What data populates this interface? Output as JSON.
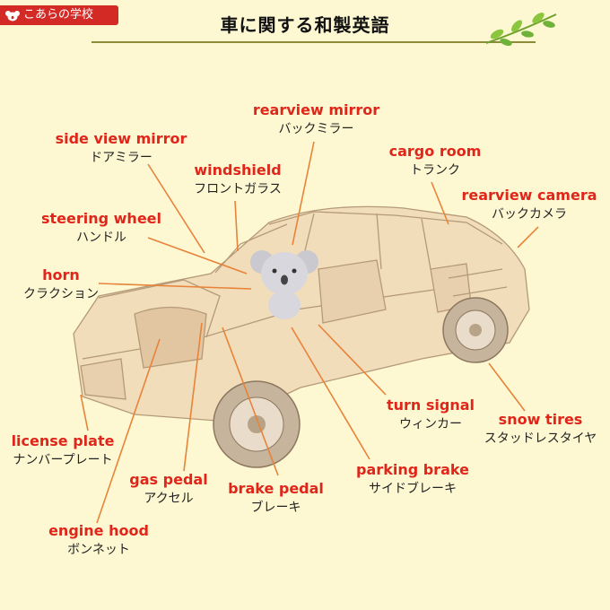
{
  "header": {
    "badge_text": "こあらの学校",
    "title": "車に関する和製英語"
  },
  "colors": {
    "background": "#fdf8d2",
    "english_label": "#e0261a",
    "leader_line": "#e8833a",
    "badge": "#d32a26"
  },
  "labels": [
    {
      "key": "side-view-mirror",
      "en": "side view mirror",
      "ja": "ドアミラー"
    },
    {
      "key": "rearview-mirror",
      "en": "rearview mirror",
      "ja": "バックミラー"
    },
    {
      "key": "windshield",
      "en": "windshield",
      "ja": "フロントガラス"
    },
    {
      "key": "cargo-room",
      "en": "cargo room",
      "ja": "トランク"
    },
    {
      "key": "rearview-camera",
      "en": "rearview camera",
      "ja": "バックカメラ"
    },
    {
      "key": "steering-wheel",
      "en": "steering wheel",
      "ja": "ハンドル"
    },
    {
      "key": "horn",
      "en": "horn",
      "ja": "クラクション"
    },
    {
      "key": "turn-signal",
      "en": "turn signal",
      "ja": "ウィンカー"
    },
    {
      "key": "snow-tires",
      "en": "snow tires",
      "ja": "スタッドレスタイヤ"
    },
    {
      "key": "license-plate",
      "en": "license plate",
      "ja": "ナンバープレート"
    },
    {
      "key": "parking-brake",
      "en": "parking brake",
      "ja": "サイドブレーキ"
    },
    {
      "key": "gas-pedal",
      "en": "gas pedal",
      "ja": "アクセル"
    },
    {
      "key": "brake-pedal",
      "en": "brake pedal",
      "ja": "ブレーキ"
    },
    {
      "key": "engine-hood",
      "en": "engine hood",
      "ja": "ボンネット"
    }
  ]
}
